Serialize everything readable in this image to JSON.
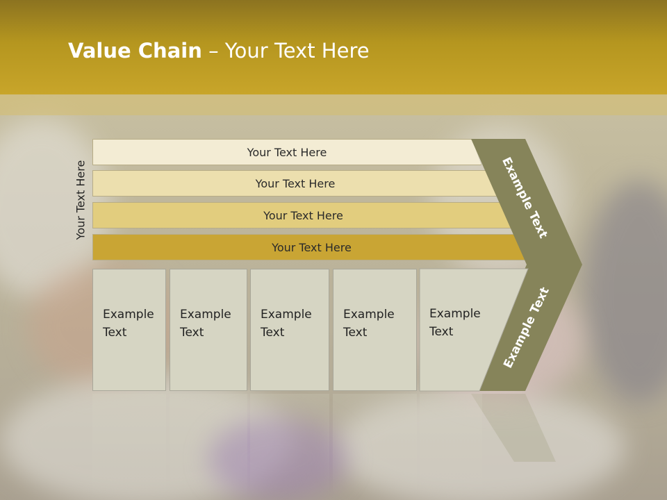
{
  "title": {
    "bold": "Value Chain",
    "rest": " – Your Text Here"
  },
  "side_label": "Your Text Here",
  "bars": [
    {
      "label": "Your Text Here",
      "color": "#f3ecd4"
    },
    {
      "label": "Your Text Here",
      "color": "#ecdfae"
    },
    {
      "label": "Your Text Here",
      "color": "#e2cd7e"
    },
    {
      "label": "Your Text Here",
      "color": "#c9a534"
    }
  ],
  "boxes": [
    {
      "line1": "Example",
      "line2": "Text"
    },
    {
      "line1": "Example",
      "line2": "Text"
    },
    {
      "line1": "Example",
      "line2": "Text"
    },
    {
      "line1": "Example",
      "line2": "Text"
    },
    {
      "line1": "Example",
      "line2": "Text"
    }
  ],
  "chevron": {
    "top_text": "Example Text",
    "bottom_text": "Example Text",
    "color": "#86845a"
  },
  "colors": {
    "header_gold": "#b5961f",
    "box_fill": "#d6d5c3"
  }
}
